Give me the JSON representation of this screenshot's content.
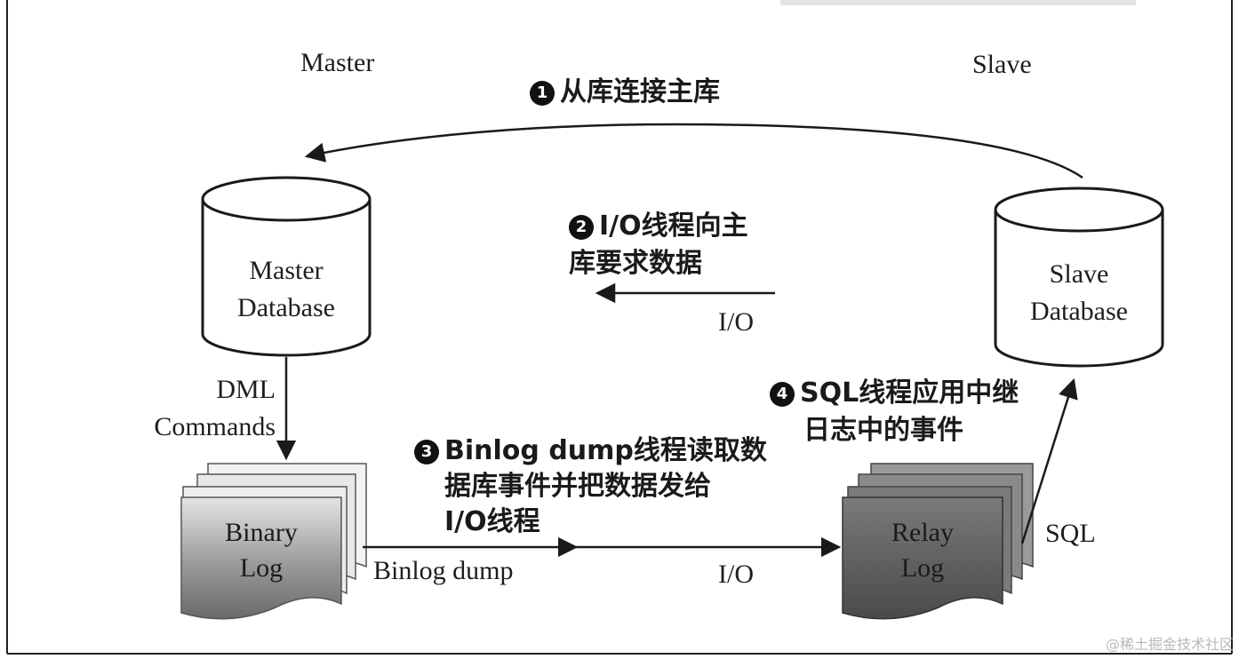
{
  "labels": {
    "master_title": "Master",
    "slave_title": "Slave",
    "master_db_line1": "Master",
    "master_db_line2": "Database",
    "slave_db_line1": "Slave",
    "slave_db_line2": "Database",
    "dml_line1": "DML",
    "dml_line2": "Commands",
    "binary_log_line1": "Binary",
    "binary_log_line2": "Log",
    "relay_log_line1": "Relay",
    "relay_log_line2": "Log",
    "binlog_dump": "Binlog dump",
    "io_bottom": "I/O",
    "io_middle": "I/O",
    "sql": "SQL"
  },
  "steps": {
    "step1": {
      "num": "1",
      "line1": "从库连接主库"
    },
    "step2": {
      "num": "2",
      "line1": "I/O线程向主",
      "line2": "库要求数据"
    },
    "step3": {
      "num": "3",
      "line1": "Binlog dump线程读取数",
      "line2": "据库事件并把数据发给",
      "line3": "I/O线程"
    },
    "step4": {
      "num": "4",
      "line1": "SQL线程应用中继",
      "line2": "日志中的事件"
    }
  },
  "watermark": "@稀土掘金技术社区"
}
